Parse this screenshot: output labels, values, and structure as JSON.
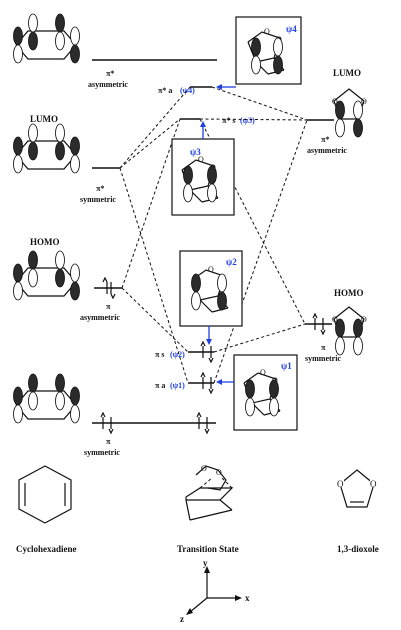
{
  "labels": {
    "pi_star_asym_left": "π*",
    "asymmetric_left_top": "asymmetric",
    "lumo_left": "LUMO",
    "pi_star_sym_left": "π*",
    "symmetric_left": "symmetric",
    "homo_left": "HOMO",
    "pi_asym_left": "π",
    "asymmetric_left": "asymmetric",
    "pi_sym_left": "π",
    "symmetric_left_bottom": "symmetric",
    "ts_pi_star_a": "π* a",
    "ts_psi4": "(ψ4)",
    "ts_pi_star_s": "π* s",
    "ts_psi3": "(ψ3)",
    "ts_pi_s": "π s",
    "ts_psi2": "(ψ2)",
    "ts_pi_a": "π a",
    "ts_psi1": "(ψ1)",
    "box_psi4": "ψ4",
    "box_psi3": "ψ3",
    "box_psi2": "ψ2",
    "box_psi1": "ψ1",
    "lumo_right": "LUMO",
    "pi_star_right": "π*",
    "asymmetric_right": "asymmetric",
    "homo_right": "HOMO",
    "pi_right": "π",
    "symmetric_right": "symmetric",
    "name_left": "Cyclohexadiene",
    "name_center": "Transition State",
    "name_right": "1,3-dioxole",
    "axis_y": "y",
    "axis_x": "x",
    "axis_z": "z"
  }
}
